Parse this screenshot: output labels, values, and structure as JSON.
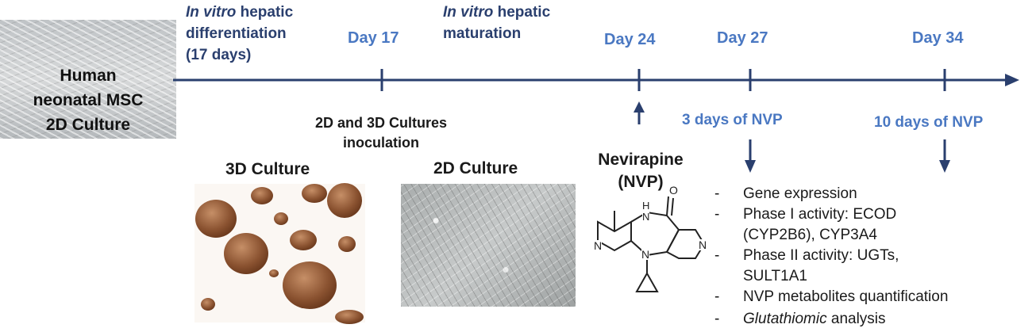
{
  "colors": {
    "accent": "#4a78c2",
    "axis": "#2a3f6e"
  },
  "source_culture": {
    "line1": "Human",
    "line2": "neonatal MSC",
    "line3": "2D Culture"
  },
  "phases": {
    "differentiation": {
      "italic": "In vitro",
      "rest": " hepatic",
      "line2": "differentiation",
      "line3": "(17 days)"
    },
    "maturation": {
      "italic": "In vitro",
      "rest": " hepatic",
      "line2": "maturation"
    }
  },
  "timepoints": {
    "day17": "Day 17",
    "day24": "Day 24",
    "day27": "Day 27",
    "day34": "Day 34"
  },
  "inoculation": {
    "line1": "2D and 3D Cultures",
    "line2": "inoculation"
  },
  "cultures": {
    "culture3d": "3D Culture",
    "culture2d": "2D Culture"
  },
  "drug": {
    "name": "Nevirapine",
    "abbr": "(NVP)",
    "atom_o": "O",
    "atom_n": "N",
    "atom_h": "H"
  },
  "exposures": {
    "short": "3 days of NVP",
    "long": "10 days of NVP"
  },
  "analyses": {
    "dash": "-",
    "gene": "Gene expression",
    "phase1_a": "Phase I activity: ECOD",
    "phase1_b": "(CYP2B6), CYP3A4",
    "phase2_a": "Phase II activity: UGTs,",
    "phase2_b": "SULT1A1",
    "metabolites": "NVP metabolites quantification",
    "glut_italic": "Glutathiomic",
    "glut_rest": " analysis"
  }
}
